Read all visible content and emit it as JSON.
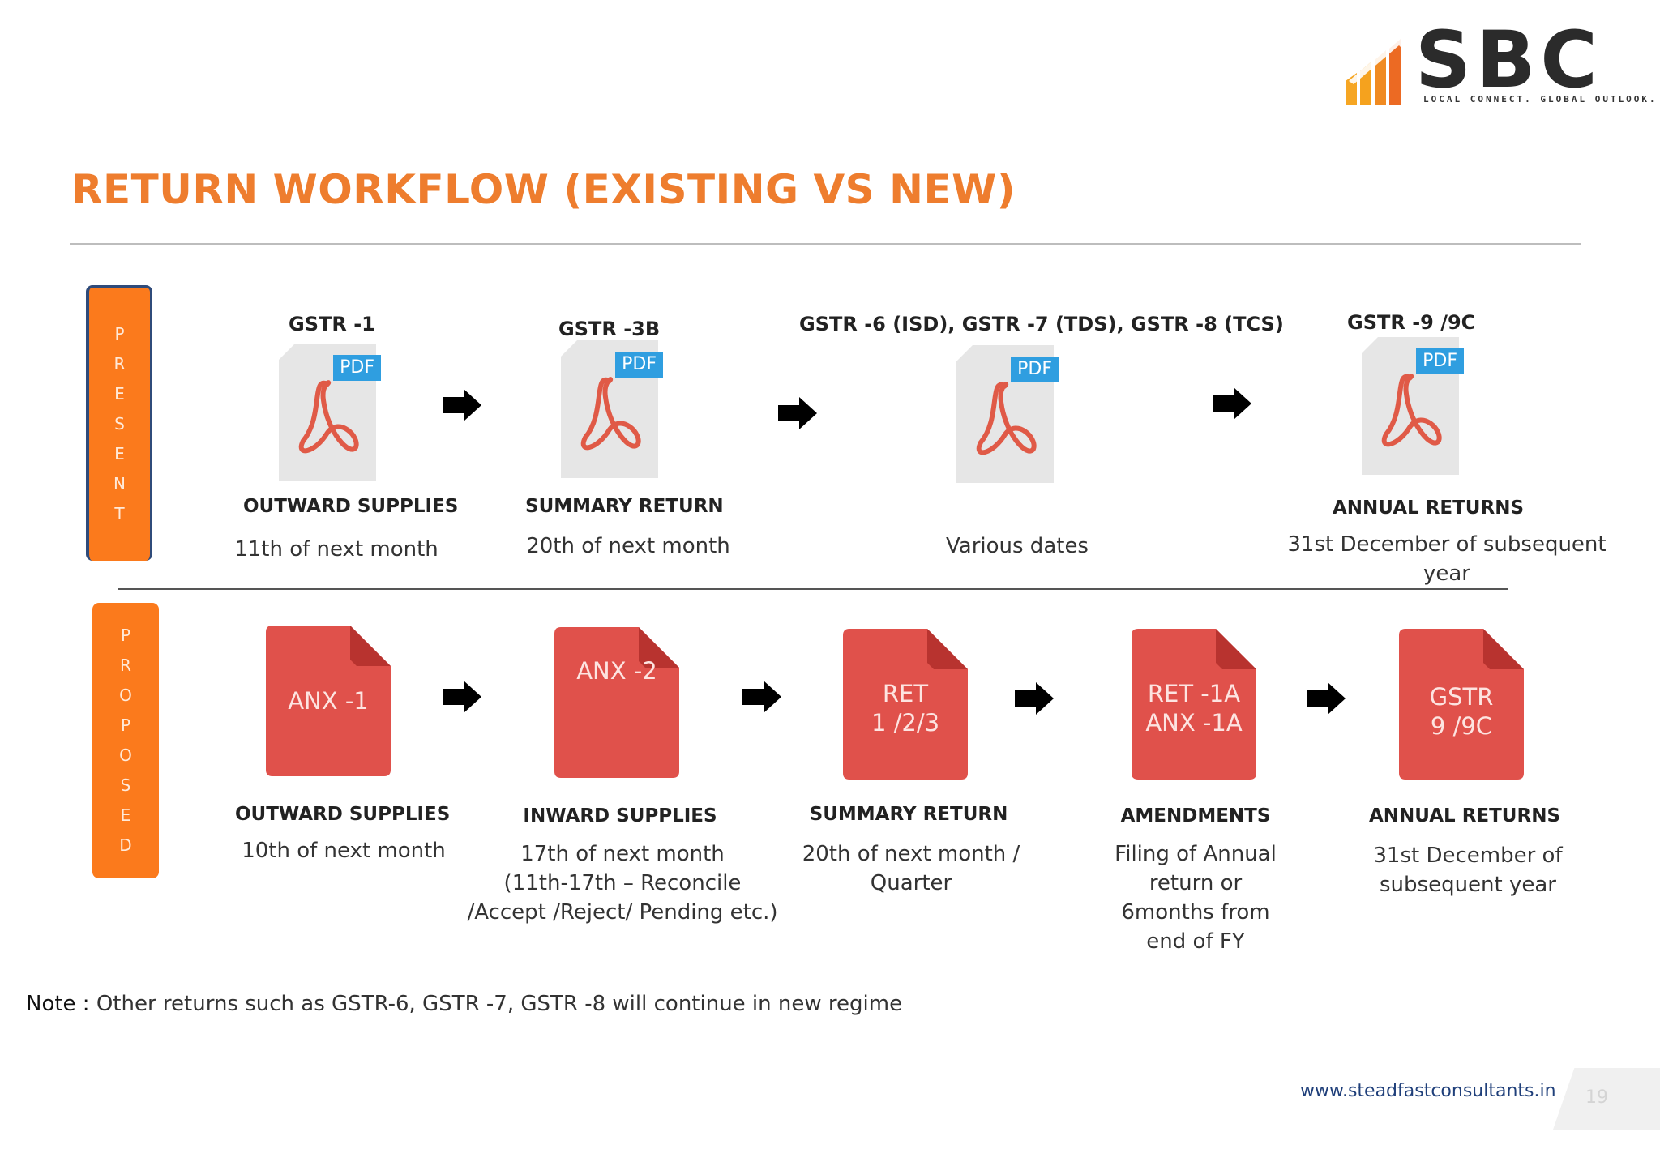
{
  "logo": {
    "text": "SBC",
    "tagline": "LOCAL CONNECT. GLOBAL OUTLOOK."
  },
  "title": "RETURN WORKFLOW (EXISTING VS NEW)",
  "present_tab": [
    "P",
    "R",
    "E",
    "S",
    "E",
    "N",
    "T"
  ],
  "proposed_tab": [
    "P",
    "R",
    "O",
    "P",
    "O",
    "S",
    "E",
    "D"
  ],
  "pdf_badge": "PDF",
  "present": [
    {
      "form": "GSTR -1",
      "head": "OUTWARD SUPPLIES",
      "date": "11th of next month"
    },
    {
      "form": "GSTR -3B",
      "head": "SUMMARY RETURN",
      "date": "20th of next month"
    },
    {
      "form": "GSTR -6 (ISD), GSTR -7 (TDS), GSTR -8 (TCS)",
      "head": "",
      "date": "Various dates"
    },
    {
      "form": "GSTR -9 /9C",
      "head": "ANNUAL RETURNS",
      "date": "31st December of subsequent year"
    }
  ],
  "proposed": [
    {
      "doc": [
        "ANX -1"
      ],
      "head": "OUTWARD SUPPLIES",
      "date": [
        "10th of next month"
      ]
    },
    {
      "doc": [
        "ANX -2"
      ],
      "head": "INWARD SUPPLIES",
      "date": [
        "17th of next month",
        "(11th-17th – Reconcile",
        "/Accept /Reject/ Pending etc.)"
      ]
    },
    {
      "doc": [
        "RET",
        "1 /2/3"
      ],
      "head": "SUMMARY RETURN",
      "date": [
        "20th of next month /",
        "Quarter"
      ]
    },
    {
      "doc": [
        "RET -1A",
        "ANX -1A"
      ],
      "head": "AMENDMENTS",
      "date": [
        "Filing of Annual",
        "return or",
        "6months from",
        "end of FY"
      ]
    },
    {
      "doc": [
        "GSTR",
        "9 /9C"
      ],
      "head": "ANNUAL RETURNS",
      "date": [
        "31st December of",
        "subsequent year"
      ]
    }
  ],
  "note": {
    "label": "Note :",
    "text": " Other returns such as GSTR-6, GSTR -7, GSTR -8 will continue in new regime"
  },
  "footer": {
    "url": "www.steadfastconsultants.in",
    "page": "19"
  },
  "colors": {
    "accent": "#ee7d2e",
    "tab": "#fb7a1c",
    "doc_red": "#e0514b",
    "pdf_blue": "#2f9ee0",
    "url_blue": "#1f3f7a"
  }
}
